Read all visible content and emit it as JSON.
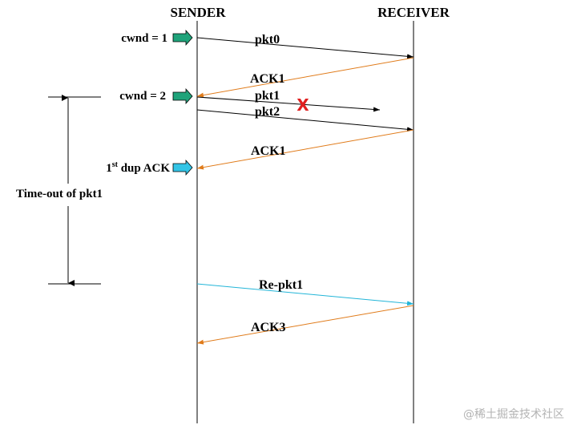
{
  "headers": {
    "sender": "SENDER",
    "receiver": "RECEIVER"
  },
  "side_labels": {
    "cwnd1": "cwnd = 1",
    "cwnd2": "cwnd = 2",
    "dup_ack_prefix": "1",
    "dup_ack_sup": "st",
    "dup_ack_suffix": " dup ACK",
    "timeout": "Time-out of pkt1"
  },
  "messages": {
    "pkt0": "pkt0",
    "ack1_a": "ACK1",
    "pkt1": "pkt1",
    "pkt2": "pkt2",
    "ack1_b": "ACK1",
    "re_pkt1": "Re-pkt1",
    "ack3": "ACK3"
  },
  "lost_marker": "X",
  "watermark": "@稀土掘金技术社区",
  "colors": {
    "line": "#000000",
    "ack": "#e07b1a",
    "retransmit": "#22b5d8",
    "loss": "#e02020",
    "green_arrow": "#1fa37a",
    "cyan_arrow": "#33c4e6"
  }
}
